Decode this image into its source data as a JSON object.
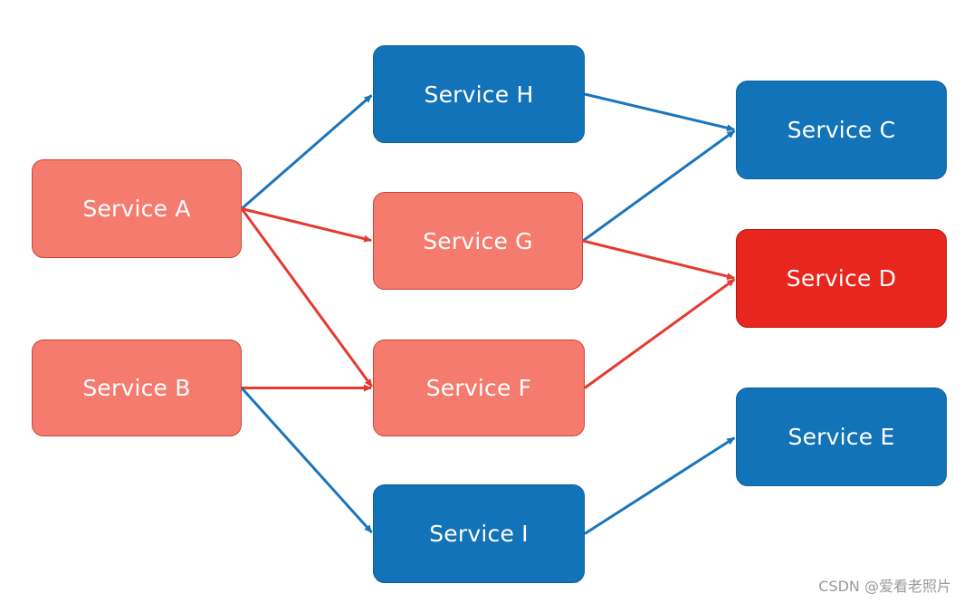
{
  "nodes": [
    {
      "id": "a",
      "label": "Service A",
      "status": "degraded"
    },
    {
      "id": "b",
      "label": "Service B",
      "status": "degraded"
    },
    {
      "id": "h",
      "label": "Service H",
      "status": "healthy"
    },
    {
      "id": "g",
      "label": "Service G",
      "status": "degraded"
    },
    {
      "id": "f",
      "label": "Service F",
      "status": "degraded"
    },
    {
      "id": "i",
      "label": "Service I",
      "status": "healthy"
    },
    {
      "id": "c",
      "label": "Service C",
      "status": "healthy"
    },
    {
      "id": "d",
      "label": "Service D",
      "status": "failed"
    },
    {
      "id": "e",
      "label": "Service E",
      "status": "healthy"
    }
  ],
  "edges": [
    {
      "from": "a",
      "to": "h",
      "color": "#1a75bb"
    },
    {
      "from": "a",
      "to": "g",
      "color": "#e43a30"
    },
    {
      "from": "a",
      "to": "f",
      "color": "#e43a30"
    },
    {
      "from": "b",
      "to": "f",
      "color": "#e43a30"
    },
    {
      "from": "b",
      "to": "i",
      "color": "#1a75bb"
    },
    {
      "from": "h",
      "to": "c",
      "color": "#1a75bb"
    },
    {
      "from": "g",
      "to": "c",
      "color": "#1a75bb"
    },
    {
      "from": "g",
      "to": "d",
      "color": "#e43a30"
    },
    {
      "from": "f",
      "to": "d",
      "color": "#e43a30"
    },
    {
      "from": "i",
      "to": "e",
      "color": "#1a75bb"
    }
  ],
  "colors": {
    "healthy": "#1373b8",
    "degraded": "#f47b6e",
    "failed": "#e9261d",
    "edge_healthy": "#1a75bb",
    "edge_failure": "#e43a30"
  },
  "watermark": "CSDN @爱看老照片"
}
